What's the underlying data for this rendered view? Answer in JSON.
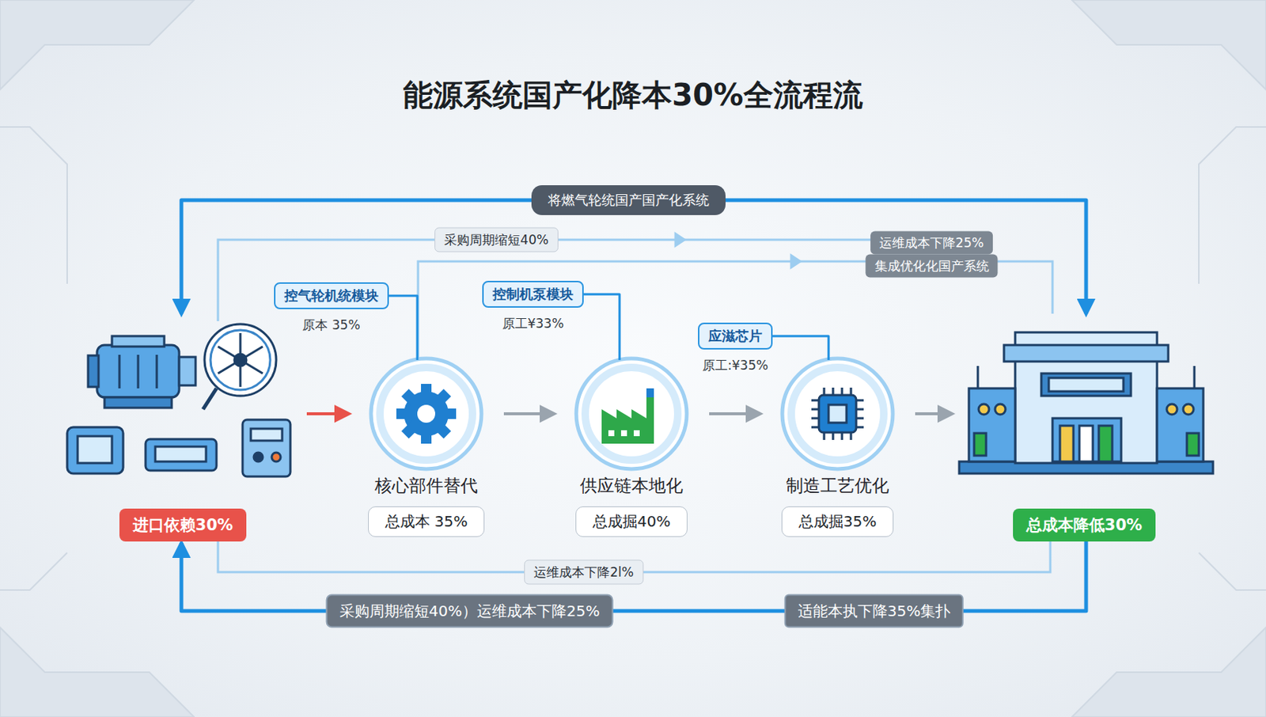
{
  "diagram": {
    "title": "能源系统国产化降本30%全流程流",
    "nodes": [
      {
        "text": [
          "控气轮机统模块",
          "原本 35%"
        ]
      },
      {
        "text": [
          "控制机泵模块",
          "原工¥33%"
        ]
      },
      {
        "text": [
          "应滋芯片",
          "原工:¥35%"
        ]
      },
      {
        "text": [
          "进口依赖30%"
        ]
      },
      {
        "text": [
          "核心部件替代"
        ]
      },
      {
        "text": [
          "总成本 35%"
        ],
        "in": 4
      },
      {
        "text": [
          "供应链本地化"
        ]
      },
      {
        "text": [
          "总成掘40%"
        ],
        "in": 6
      },
      {
        "text": [
          "制造工艺优化"
        ]
      },
      {
        "text": [
          "总成掘35%"
        ],
        "in": 8
      },
      {
        "text": [
          "总成本降低30%"
        ]
      }
    ],
    "edges": [
      {
        "from": 3,
        "to": 10,
        "arrow": "both",
        "label": "将燃气轮统国产国产化系统"
      },
      {
        "from": 3,
        "to": 4,
        "arrow": "to"
      },
      {
        "from": 4,
        "to": 6,
        "arrow": "to"
      },
      {
        "from": 6,
        "to": 8,
        "arrow": "to"
      },
      {
        "from": 8,
        "to": 10,
        "arrow": "to"
      },
      {
        "from": 0,
        "to": 4,
        "arrow": "none"
      },
      {
        "from": 1,
        "to": 6,
        "arrow": "none"
      },
      {
        "from": 2,
        "to": 8,
        "arrow": "none"
      },
      {
        "from": 10,
        "to": 3,
        "arrow": "to",
        "label": "采购周期缩短40%）运维成本下降25%"
      }
    ],
    "labels": [
      "采购周期缩短40%",
      "运维成本下降25%",
      "集成优化化国产系统",
      "运维成本下降2l%",
      "适能本执下降35%集扑"
    ]
  }
}
